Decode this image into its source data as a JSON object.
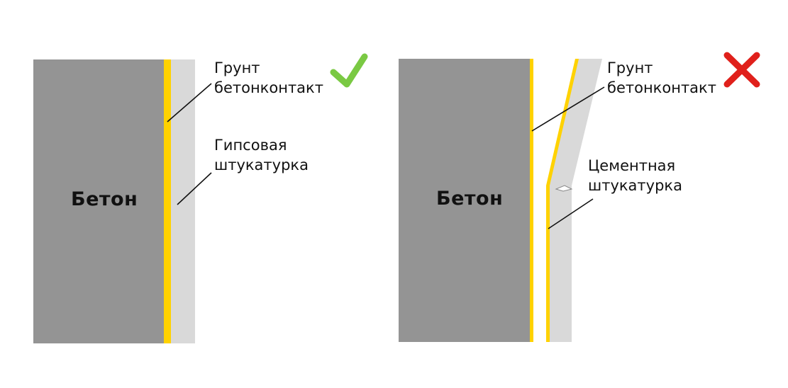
{
  "colors": {
    "concrete": "#949494",
    "primer": "#ffd200",
    "plaster": "#d9d9d9",
    "leader": "#111111",
    "check": "#7ac943",
    "cross": "#e0201b"
  },
  "left_panel": {
    "concrete_label": "Бетон",
    "primer_label_line1": "Грунт",
    "primer_label_line2": "бетонконтакт",
    "plaster_label_line1": "Гипсовая",
    "plaster_label_line2": "штукатурка",
    "verdict_icon": "check-icon"
  },
  "right_panel": {
    "concrete_label": "Бетон",
    "primer_label_line1": "Грунт",
    "primer_label_line2": "бетонконтакт",
    "plaster_label_line1": "Цементная",
    "plaster_label_line2": "штукатурка",
    "verdict_icon": "cross-icon"
  }
}
